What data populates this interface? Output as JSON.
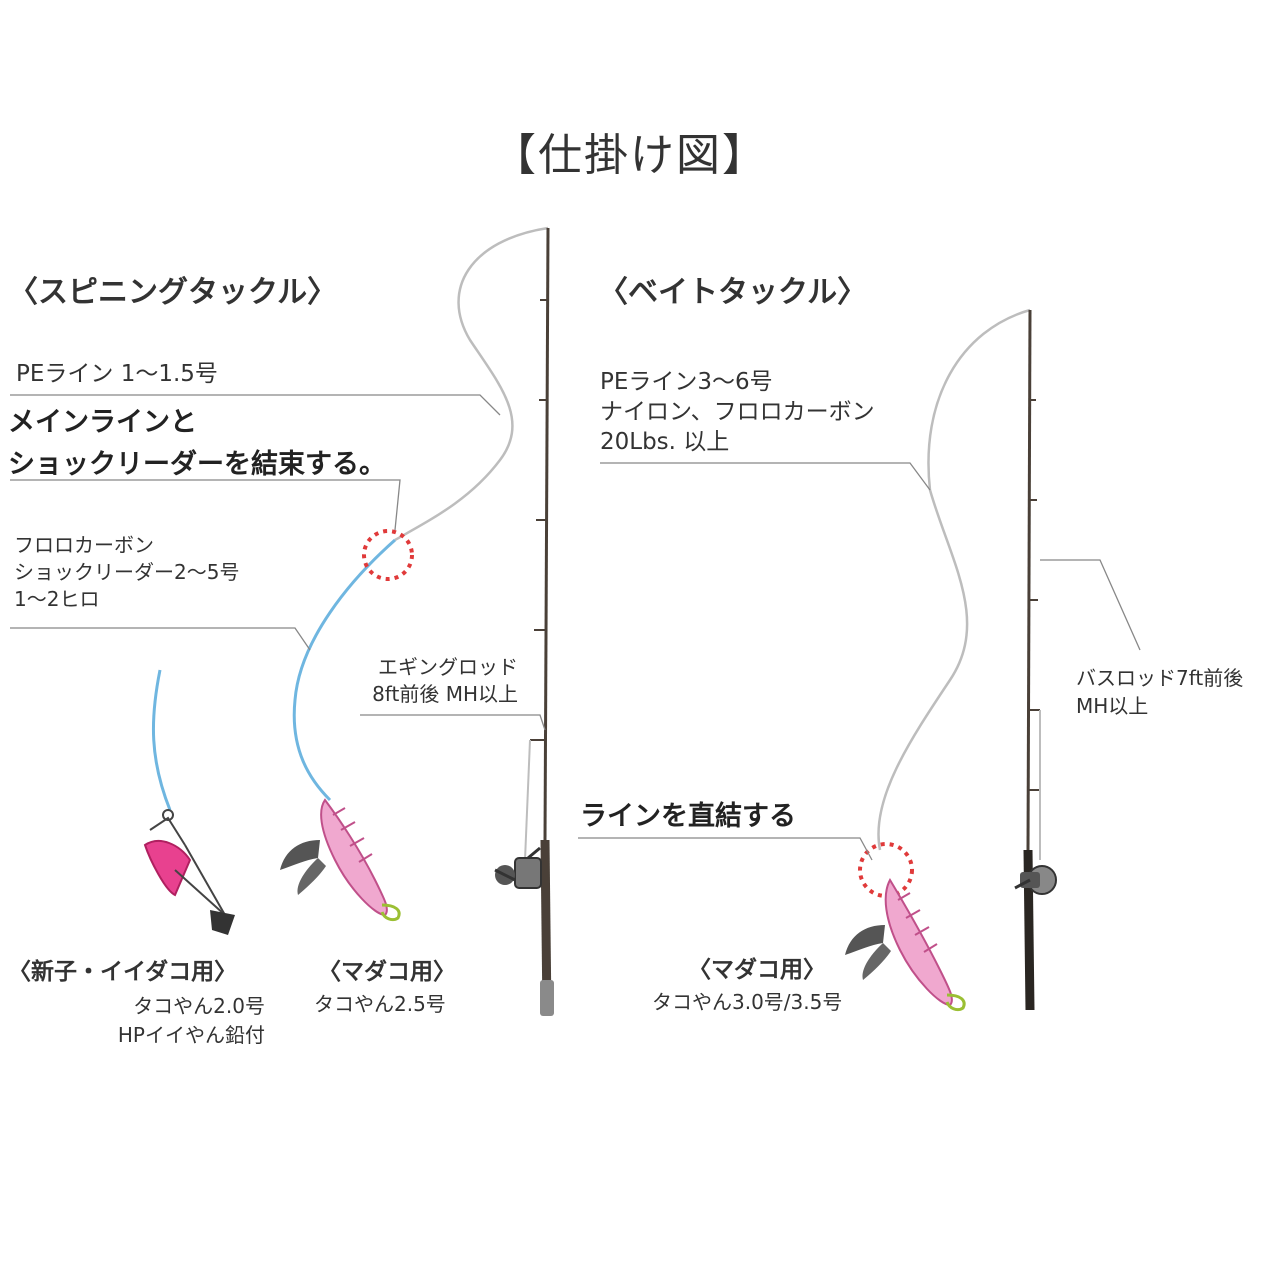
{
  "title": "【仕掛け図】",
  "spinning": {
    "heading": "〈スピニングタックル〉",
    "pe_line": "PEライン 1〜1.5号",
    "knot_note": "メインラインと\nショックリーダーを結束する。",
    "leader": "フロロカーボン\nショックリーダー2〜5号\n1〜2ヒロ",
    "rod": "エギングロッド\n8ft前後 MH以上",
    "lure_small": {
      "heading": "〈新子・イイダコ用〉",
      "detail": "タコやん2.0号\nHPイイやん鉛付"
    },
    "lure_madako": {
      "heading": "〈マダコ用〉",
      "detail": "タコやん2.5号"
    }
  },
  "bait": {
    "heading": "〈ベイトタックル〉",
    "line": "PEライン3〜6号\nナイロン、フロロカーボン\n20Lbs. 以上",
    "direct": "ラインを直結する",
    "rod": "バスロッド7ft前後\nMH以上",
    "lure_madako": {
      "heading": "〈マダコ用〉",
      "detail": "タコやん3.0号/3.5号"
    }
  },
  "colors": {
    "line_white": "#bdbdbd",
    "leader_blue": "#6fb6e0",
    "knot_circle": "#e03a3a",
    "lure_pink": "#e85aa8",
    "rod_dark": "#4a4038"
  },
  "icons": [
    "knot-circle-icon",
    "spinning-reel-icon",
    "baitcast-reel-icon",
    "octopus-jig-icon",
    "sinker-rig-icon"
  ]
}
